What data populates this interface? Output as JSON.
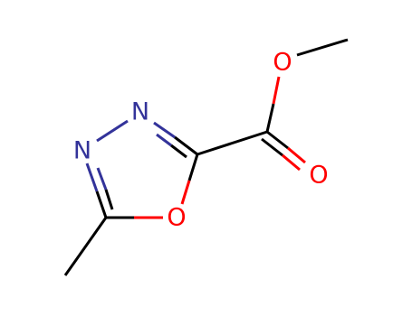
{
  "molecule": {
    "colors": {
      "carbon": "#000000",
      "nitrogen": "#33339a",
      "oxygen": "#ff0000"
    },
    "atoms": {
      "o_ester": {
        "element": "O",
        "label": "O"
      },
      "o_carbonyl": {
        "element": "O",
        "label": "O"
      },
      "n_upper": {
        "element": "N",
        "label": "N"
      },
      "n_lower": {
        "element": "N",
        "label": "N"
      },
      "o_ring": {
        "element": "O",
        "label": "O"
      }
    }
  }
}
